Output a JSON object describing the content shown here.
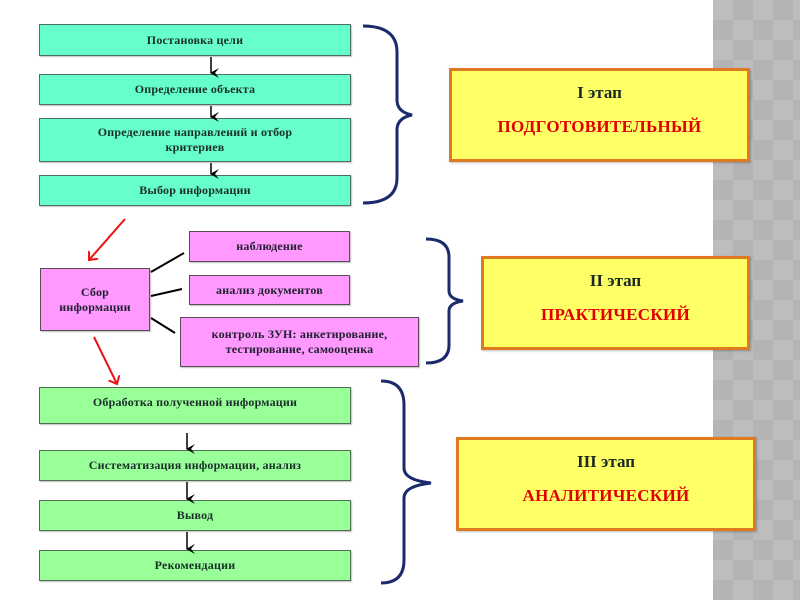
{
  "colors": {
    "prep_box": "#66ffcc",
    "practical_box": "#ff99ff",
    "analytic_box": "#99ff99",
    "stage_fill": "#ffff66",
    "stage_border": "#e07a20",
    "stage_name": "#e00000",
    "brace": "#1b2a6b",
    "red_arrow": "#ee1111"
  },
  "stage1": {
    "steps": [
      "Постановка цели",
      "Определение объекта",
      "Определение направлений и отбор критериев",
      "Выбор информации"
    ],
    "label_num": "I этап",
    "label_name": "ПОДГОТОВИТЕЛЬНЫЙ"
  },
  "stage2": {
    "hub": "Сбор информации",
    "methods": [
      "наблюдение",
      "анализ документов",
      "контроль ЗУН: анкетирование, тестирование, самооценка"
    ],
    "label_num": "II этап",
    "label_name": "ПРАКТИЧЕСКИЙ"
  },
  "stage3": {
    "steps": [
      "Обработка полученной информации",
      "Систематизация информации, анализ",
      "Вывод",
      "Рекомендации"
    ],
    "label_num": "III этап",
    "label_name": "АНАЛИТИЧЕСКИЙ"
  }
}
